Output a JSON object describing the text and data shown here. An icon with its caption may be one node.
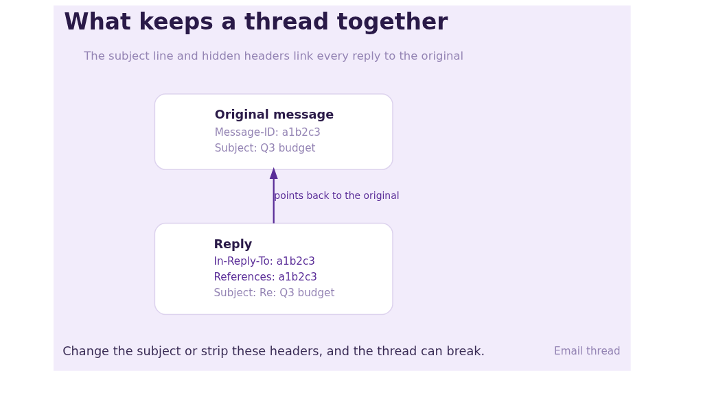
{
  "diagram": {
    "title": "What keeps a thread together",
    "nodes": [
      {
        "text": [
          "Original message",
          "Message-ID: a1b2c3",
          "Subject: Q3 budget"
        ]
      },
      {
        "text": [
          "Reply",
          "In-Reply-To: a1b2c3",
          "References: a1b2c3",
          "Subject: Re: Q3 budget"
        ]
      }
    ],
    "edges": [
      {
        "from": 1,
        "to": 0,
        "arrow": "to",
        "label": "points back to the original"
      }
    ],
    "labels": [
      "The subject line and hidden headers link every reply to the original",
      "Change the subject or strip these headers, and the thread can break.",
      "Email thread"
    ]
  }
}
